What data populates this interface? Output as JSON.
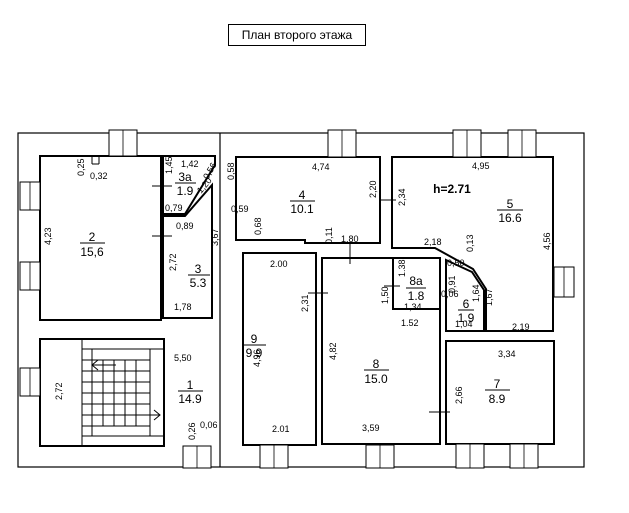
{
  "title": "План второго этажа",
  "height_label": "h=2.71",
  "rooms": [
    {
      "id": "r2",
      "number": "2",
      "area": "15,6"
    },
    {
      "id": "r3a",
      "number": "3а",
      "area": "1.9"
    },
    {
      "id": "r3",
      "number": "3",
      "area": "5.3"
    },
    {
      "id": "r1",
      "number": "1",
      "area": "14.9"
    },
    {
      "id": "r4",
      "number": "4",
      "area": "10.1"
    },
    {
      "id": "r5",
      "number": "5",
      "area": "16.6"
    },
    {
      "id": "r9",
      "number": "9",
      "area": "9.9"
    },
    {
      "id": "r8",
      "number": "8",
      "area": "15.0"
    },
    {
      "id": "r8a",
      "number": "8а",
      "area": "1.8"
    },
    {
      "id": "r6",
      "number": "6",
      "area": "1.9"
    },
    {
      "id": "r7",
      "number": "7",
      "area": "8.9"
    }
  ],
  "dimensions": [
    "0,25",
    "0,32",
    "4,23",
    "1,45",
    "1,42",
    "0,56",
    "1,20",
    "0,79",
    "0,89",
    "2,72",
    "3,67",
    "1,78",
    "5,50",
    "2,72",
    "0,26",
    "0,06",
    "0,58",
    "4,74",
    "0,59",
    "0,68",
    "2,20",
    "0,11",
    "1,80",
    "2,34",
    "4,95",
    "4,56",
    "2,18",
    "0,13",
    "0,50",
    "0,91",
    "1,64",
    "1,67",
    "2,19",
    "2.00",
    "2,31",
    "4,96",
    "2.01",
    "1.38",
    "1,50",
    "0,06",
    "1,34",
    "1.52",
    "1,04",
    "4,82",
    "3,59",
    "3,34",
    "2,66"
  ]
}
